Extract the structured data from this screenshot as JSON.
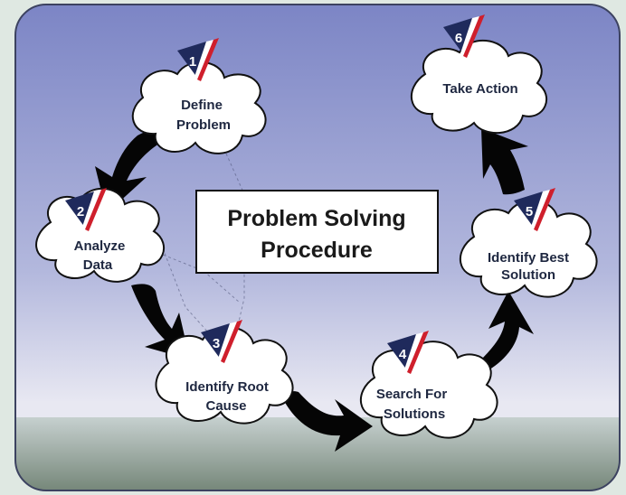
{
  "title": {
    "line1": "Problem Solving",
    "line2": "Procedure"
  },
  "colors": {
    "background_top": "#7d86c6",
    "background_bottom": "#e6e7f1",
    "floor": "#748678",
    "cloud_fill": "#ffffff",
    "cloud_stroke": "#111111",
    "arrow": "#050505",
    "badge_navy": "#1f2a5c",
    "badge_red": "#cf1f2c"
  },
  "steps": [
    {
      "number": "1",
      "lines": [
        "Define",
        "Problem"
      ]
    },
    {
      "number": "2",
      "lines": [
        "Analyze",
        "Data"
      ]
    },
    {
      "number": "3",
      "lines": [
        "Identify Root",
        "Cause"
      ]
    },
    {
      "number": "4",
      "lines": [
        "Search For",
        "Solutions"
      ]
    },
    {
      "number": "5",
      "lines": [
        "Identify Best",
        "Solution"
      ]
    },
    {
      "number": "6",
      "lines": [
        "Take Action"
      ]
    }
  ]
}
